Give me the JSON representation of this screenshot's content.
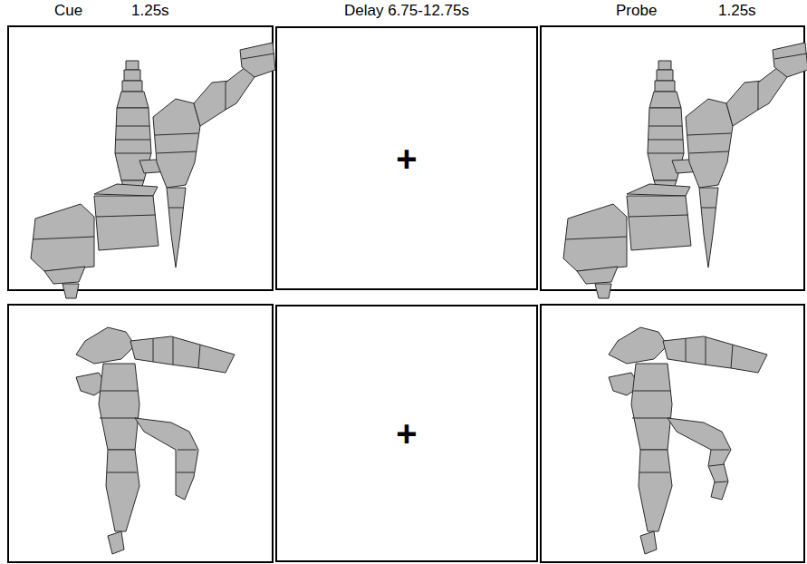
{
  "diagram": {
    "nodes": [
      {
        "text": [
          "+"
        ]
      },
      {
        "text": [
          "+"
        ]
      }
    ],
    "labels": [
      "Cue",
      "1.25s",
      "Delay 6.75-12.75s",
      "Probe",
      "1.25s"
    ]
  }
}
